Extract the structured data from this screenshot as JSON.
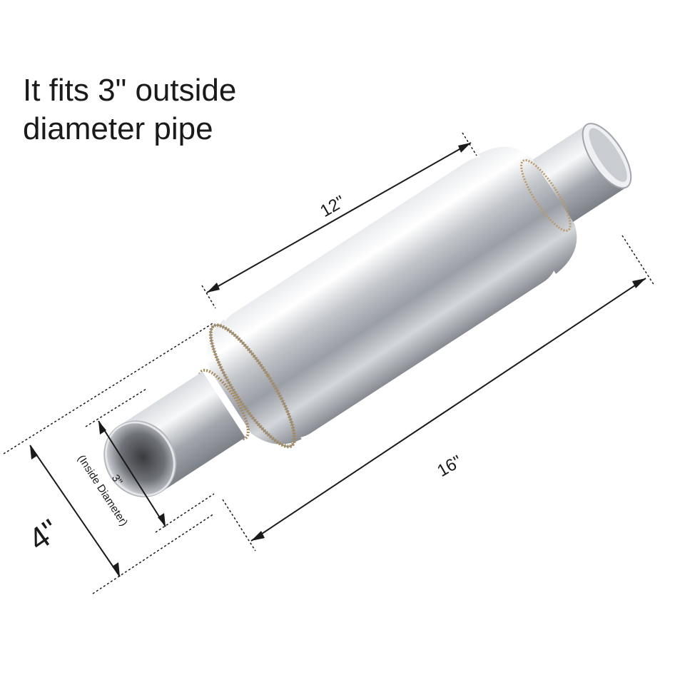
{
  "headline": {
    "line1": "It fits 3\" outside",
    "line2": "diameter pipe"
  },
  "dimensions": {
    "body_length": "12\"",
    "overall_length": "16\"",
    "outer_diameter": "4\"",
    "inlet_diameter": "3\"",
    "inlet_note": "(Inside Diameter)"
  },
  "colors": {
    "steel_light": "#f4f5f7",
    "steel_mid": "#b9bcc2",
    "steel_dark": "#6e7178",
    "weld": "#a88a5c",
    "line": "#1a1a1a"
  }
}
